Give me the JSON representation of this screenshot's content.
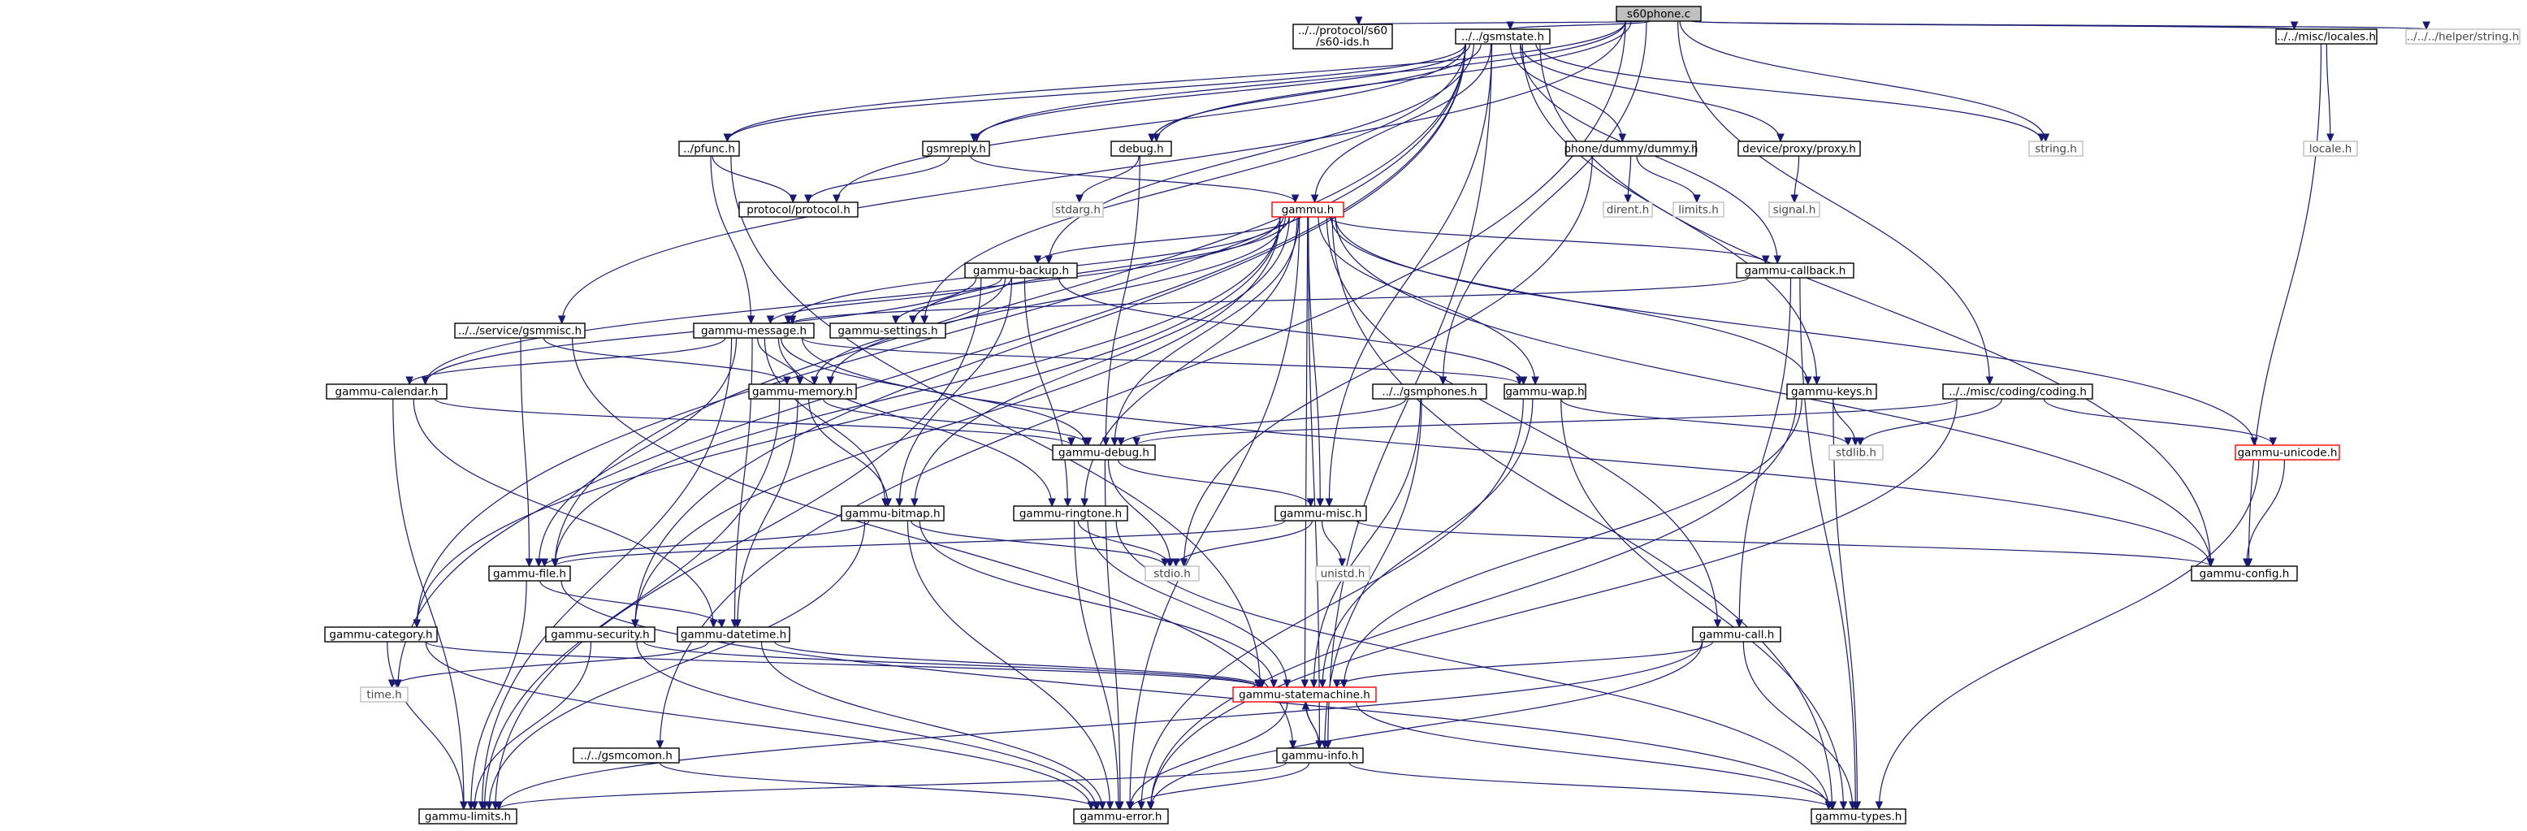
{
  "diagram_type": "include dependency graph",
  "nodes": [
    {
      "id": "s60phone",
      "label": "s60phone.c",
      "style": "root"
    },
    {
      "id": "s60ids",
      "lines": [
        "../../protocol/s60",
        "/s60-ids.h"
      ],
      "style": "normal"
    },
    {
      "id": "gsmstate",
      "label": "../../gsmstate.h",
      "style": "normal"
    },
    {
      "id": "locales",
      "label": "../../misc/locales.h",
      "style": "normal"
    },
    {
      "id": "helperstring",
      "label": "../../../helper/string.h",
      "style": "gray"
    },
    {
      "id": "pfunc",
      "label": "../pfunc.h",
      "style": "normal"
    },
    {
      "id": "gsmreply",
      "label": "gsmreply.h",
      "style": "normal"
    },
    {
      "id": "debugh",
      "label": "debug.h",
      "style": "normal"
    },
    {
      "id": "dummy",
      "label": "phone/dummy/dummy.h",
      "style": "normal"
    },
    {
      "id": "proxy",
      "label": "device/proxy/proxy.h",
      "style": "normal"
    },
    {
      "id": "stringh",
      "label": "string.h",
      "style": "gray"
    },
    {
      "id": "localeh",
      "label": "locale.h",
      "style": "gray"
    },
    {
      "id": "protocol",
      "label": "protocol/protocol.h",
      "style": "normal"
    },
    {
      "id": "stdarg",
      "label": "stdarg.h",
      "style": "gray"
    },
    {
      "id": "gammuh",
      "label": "gammu.h",
      "style": "red"
    },
    {
      "id": "dirent",
      "label": "dirent.h",
      "style": "gray"
    },
    {
      "id": "limitsh",
      "label": "limits.h",
      "style": "gray"
    },
    {
      "id": "signal",
      "label": "signal.h",
      "style": "gray"
    },
    {
      "id": "backup",
      "label": "gammu-backup.h",
      "style": "normal"
    },
    {
      "id": "callback",
      "label": "gammu-callback.h",
      "style": "normal"
    },
    {
      "id": "gsmmisc",
      "label": "../../service/gsmmisc.h",
      "style": "normal"
    },
    {
      "id": "message",
      "label": "gammu-message.h",
      "style": "normal"
    },
    {
      "id": "settings",
      "label": "gammu-settings.h",
      "style": "normal"
    },
    {
      "id": "calendar",
      "label": "gammu-calendar.h",
      "style": "normal"
    },
    {
      "id": "memory",
      "label": "gammu-memory.h",
      "style": "normal"
    },
    {
      "id": "gsmphones",
      "label": "../../gsmphones.h",
      "style": "normal"
    },
    {
      "id": "wap",
      "label": "gammu-wap.h",
      "style": "normal"
    },
    {
      "id": "keys",
      "label": "gammu-keys.h",
      "style": "normal"
    },
    {
      "id": "coding",
      "label": "../../misc/coding/coding.h",
      "style": "normal"
    },
    {
      "id": "debug",
      "label": "gammu-debug.h",
      "style": "normal"
    },
    {
      "id": "stdlib",
      "label": "stdlib.h",
      "style": "gray"
    },
    {
      "id": "unicode",
      "label": "gammu-unicode.h",
      "style": "red"
    },
    {
      "id": "bitmap",
      "label": "gammu-bitmap.h",
      "style": "normal"
    },
    {
      "id": "ringtone",
      "label": "gammu-ringtone.h",
      "style": "normal"
    },
    {
      "id": "misc",
      "label": "gammu-misc.h",
      "style": "normal"
    },
    {
      "id": "file",
      "label": "gammu-file.h",
      "style": "normal"
    },
    {
      "id": "stdio",
      "label": "stdio.h",
      "style": "gray"
    },
    {
      "id": "unistd",
      "label": "unistd.h",
      "style": "gray"
    },
    {
      "id": "config",
      "label": "gammu-config.h",
      "style": "normal"
    },
    {
      "id": "category",
      "label": "gammu-category.h",
      "style": "normal"
    },
    {
      "id": "security",
      "label": "gammu-security.h",
      "style": "normal"
    },
    {
      "id": "datetime",
      "label": "gammu-datetime.h",
      "style": "normal"
    },
    {
      "id": "call",
      "label": "gammu-call.h",
      "style": "normal"
    },
    {
      "id": "timeh",
      "label": "time.h",
      "style": "gray"
    },
    {
      "id": "statemachine",
      "label": "gammu-statemachine.h",
      "style": "red"
    },
    {
      "id": "gsmcomon",
      "label": "../../gsmcomon.h",
      "style": "normal"
    },
    {
      "id": "info",
      "label": "gammu-info.h",
      "style": "normal"
    },
    {
      "id": "limits",
      "label": "gammu-limits.h",
      "style": "normal"
    },
    {
      "id": "error",
      "label": "gammu-error.h",
      "style": "normal"
    },
    {
      "id": "types",
      "label": "gammu-types.h",
      "style": "normal"
    }
  ],
  "edges": [
    [
      "s60phone",
      "s60ids"
    ],
    [
      "s60phone",
      "gsmstate"
    ],
    [
      "s60phone",
      "locales"
    ],
    [
      "s60phone",
      "helperstring"
    ],
    [
      "s60phone",
      "pfunc"
    ],
    [
      "s60phone",
      "gsmreply"
    ],
    [
      "s60phone",
      "debugh"
    ],
    [
      "s60phone",
      "stringh"
    ],
    [
      "s60phone",
      "gsmmisc"
    ],
    [
      "s60phone",
      "gsmphones"
    ],
    [
      "s60phone",
      "coding"
    ],
    [
      "s60phone",
      "gsmcomon"
    ],
    [
      "gsmstate",
      "pfunc"
    ],
    [
      "gsmstate",
      "gsmreply"
    ],
    [
      "gsmstate",
      "debugh"
    ],
    [
      "gsmstate",
      "dummy"
    ],
    [
      "gsmstate",
      "proxy"
    ],
    [
      "gsmstate",
      "stringh"
    ],
    [
      "gsmstate",
      "protocol"
    ],
    [
      "gsmstate",
      "backup"
    ],
    [
      "gsmstate",
      "callback"
    ],
    [
      "gsmstate",
      "settings"
    ],
    [
      "gsmstate",
      "keys"
    ],
    [
      "gsmstate",
      "misc"
    ],
    [
      "gsmstate",
      "config"
    ],
    [
      "gsmstate",
      "file"
    ],
    [
      "gsmstate",
      "category"
    ],
    [
      "gsmstate",
      "security"
    ],
    [
      "gsmstate",
      "info"
    ],
    [
      "gsmstate",
      "timeh"
    ],
    [
      "gsmstate",
      "gammuh"
    ],
    [
      "locales",
      "localeh"
    ],
    [
      "locales",
      "config"
    ],
    [
      "pfunc",
      "protocol"
    ],
    [
      "pfunc",
      "message"
    ],
    [
      "pfunc",
      "statemachine"
    ],
    [
      "gsmreply",
      "protocol"
    ],
    [
      "gsmreply",
      "gammuh"
    ],
    [
      "debugh",
      "stdarg"
    ],
    [
      "debugh",
      "debug"
    ],
    [
      "dummy",
      "dirent"
    ],
    [
      "dummy",
      "limitsh"
    ],
    [
      "dummy",
      "stdio"
    ],
    [
      "proxy",
      "signal"
    ],
    [
      "gammuh",
      "backup"
    ],
    [
      "gammuh",
      "callback"
    ],
    [
      "gammuh",
      "message"
    ],
    [
      "gammuh",
      "settings"
    ],
    [
      "gammuh",
      "calendar"
    ],
    [
      "gammuh",
      "memory"
    ],
    [
      "gammuh",
      "wap"
    ],
    [
      "gammuh",
      "keys"
    ],
    [
      "gammuh",
      "debug"
    ],
    [
      "gammuh",
      "unicode"
    ],
    [
      "gammuh",
      "ringtone"
    ],
    [
      "gammuh",
      "misc"
    ],
    [
      "gammuh",
      "file"
    ],
    [
      "gammuh",
      "category"
    ],
    [
      "gammuh",
      "security"
    ],
    [
      "gammuh",
      "call"
    ],
    [
      "gammuh",
      "statemachine"
    ],
    [
      "gammuh",
      "info"
    ],
    [
      "gammuh",
      "error"
    ],
    [
      "gammuh",
      "types"
    ],
    [
      "gammuh",
      "config"
    ],
    [
      "gammuh",
      "bitmap"
    ],
    [
      "backup",
      "message"
    ],
    [
      "backup",
      "settings"
    ],
    [
      "backup",
      "memory"
    ],
    [
      "backup",
      "wap"
    ],
    [
      "backup",
      "bitmap"
    ],
    [
      "backup",
      "ringtone"
    ],
    [
      "backup",
      "calendar"
    ],
    [
      "backup",
      "limits"
    ],
    [
      "callback",
      "message"
    ],
    [
      "callback",
      "call"
    ],
    [
      "callback",
      "types"
    ],
    [
      "gsmmisc",
      "memory"
    ],
    [
      "gsmmisc",
      "file"
    ],
    [
      "gsmmisc",
      "info"
    ],
    [
      "message",
      "calendar"
    ],
    [
      "message",
      "memory"
    ],
    [
      "message",
      "wap"
    ],
    [
      "message",
      "debug"
    ],
    [
      "message",
      "bitmap"
    ],
    [
      "message",
      "ringtone"
    ],
    [
      "message",
      "file"
    ],
    [
      "message",
      "datetime"
    ],
    [
      "message",
      "limits"
    ],
    [
      "message",
      "config"
    ],
    [
      "calendar",
      "debug"
    ],
    [
      "calendar",
      "datetime"
    ],
    [
      "calendar",
      "limits"
    ],
    [
      "memory",
      "debug"
    ],
    [
      "memory",
      "bitmap"
    ],
    [
      "memory",
      "datetime"
    ],
    [
      "memory",
      "limits"
    ],
    [
      "gsmphones",
      "debug"
    ],
    [
      "gsmphones",
      "statemachine"
    ],
    [
      "gsmphones",
      "info"
    ],
    [
      "wap",
      "stdlib"
    ],
    [
      "wap",
      "statemachine"
    ],
    [
      "wap",
      "types"
    ],
    [
      "wap",
      "error"
    ],
    [
      "keys",
      "stdlib"
    ],
    [
      "keys",
      "statemachine"
    ],
    [
      "keys",
      "types"
    ],
    [
      "keys",
      "error"
    ],
    [
      "coding",
      "stdlib"
    ],
    [
      "coding",
      "unicode"
    ],
    [
      "coding",
      "debug"
    ],
    [
      "coding",
      "error"
    ],
    [
      "debug",
      "misc"
    ],
    [
      "debug",
      "stdio"
    ],
    [
      "debug",
      "error"
    ],
    [
      "unicode",
      "config"
    ],
    [
      "unicode",
      "types"
    ],
    [
      "bitmap",
      "file"
    ],
    [
      "bitmap",
      "stdio"
    ],
    [
      "bitmap",
      "statemachine"
    ],
    [
      "bitmap",
      "limits"
    ],
    [
      "bitmap",
      "error"
    ],
    [
      "ringtone",
      "stdio"
    ],
    [
      "ringtone",
      "statemachine"
    ],
    [
      "ringtone",
      "types"
    ],
    [
      "ringtone",
      "error"
    ],
    [
      "misc",
      "file"
    ],
    [
      "misc",
      "stdio"
    ],
    [
      "misc",
      "unistd"
    ],
    [
      "misc",
      "config"
    ],
    [
      "file",
      "datetime"
    ],
    [
      "file",
      "limits"
    ],
    [
      "file",
      "types"
    ],
    [
      "category",
      "statemachine"
    ],
    [
      "category",
      "limits"
    ],
    [
      "category",
      "error"
    ],
    [
      "security",
      "statemachine"
    ],
    [
      "security",
      "limits"
    ],
    [
      "security",
      "error"
    ],
    [
      "datetime",
      "timeh"
    ],
    [
      "datetime",
      "statemachine"
    ],
    [
      "datetime",
      "error"
    ],
    [
      "call",
      "statemachine"
    ],
    [
      "call",
      "types"
    ],
    [
      "call",
      "error"
    ],
    [
      "call",
      "limits"
    ],
    [
      "statemachine",
      "info"
    ],
    [
      "statemachine",
      "error"
    ],
    [
      "statemachine",
      "types"
    ],
    [
      "gsmcomon",
      "error"
    ],
    [
      "info",
      "statemachine"
    ],
    [
      "info",
      "limits"
    ],
    [
      "info",
      "error"
    ],
    [
      "info",
      "types"
    ]
  ]
}
